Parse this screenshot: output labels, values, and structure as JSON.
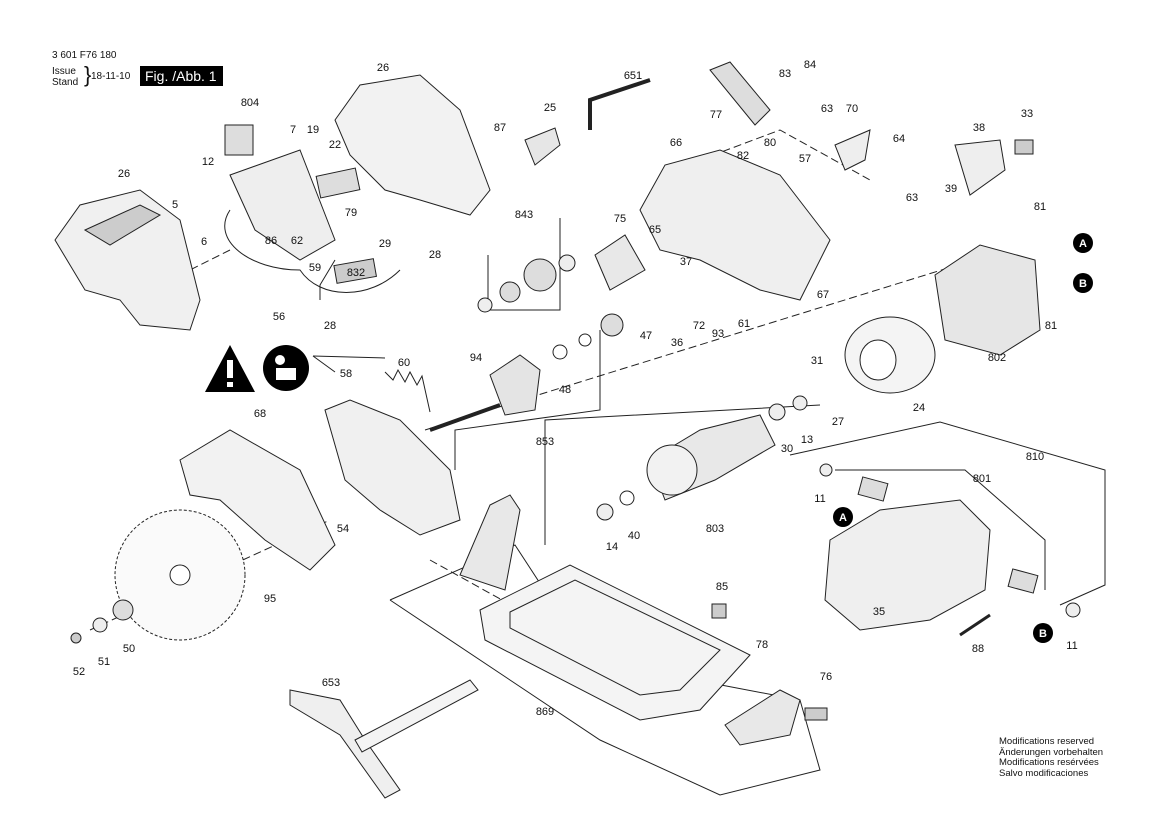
{
  "header": {
    "doc_number": "3 601 F76 180",
    "issue_label": "Issue",
    "stand_label": "Stand",
    "issue_date": "18-11-10",
    "figure_label": "Fig. /Abb. 1"
  },
  "notices": [
    "Modifications reserved",
    "Änderungen vorbehalten",
    "Modifications resérvées",
    "Salvo modificaciones"
  ],
  "reference_markers": [
    "A",
    "B"
  ],
  "icons": [
    "warning-icon",
    "read-manual-icon"
  ],
  "part_numbers": [
    "26",
    "804",
    "7",
    "19",
    "22",
    "12",
    "26",
    "5",
    "6",
    "86",
    "62",
    "79",
    "87",
    "25",
    "651",
    "83",
    "84",
    "77",
    "80",
    "82",
    "63",
    "70",
    "64",
    "38",
    "33",
    "39",
    "57",
    "63",
    "66",
    "843",
    "75",
    "65",
    "37",
    "29",
    "28",
    "59",
    "832",
    "56",
    "28",
    "81",
    "81",
    "67",
    "61",
    "93",
    "72",
    "36",
    "47",
    "94",
    "48",
    "802",
    "31",
    "27",
    "24",
    "60",
    "58",
    "68",
    "853",
    "13",
    "30",
    "810",
    "801",
    "11",
    "54",
    "95",
    "14",
    "40",
    "803",
    "85",
    "35",
    "88",
    "11",
    "52",
    "51",
    "50",
    "78",
    "653",
    "869",
    "76"
  ]
}
